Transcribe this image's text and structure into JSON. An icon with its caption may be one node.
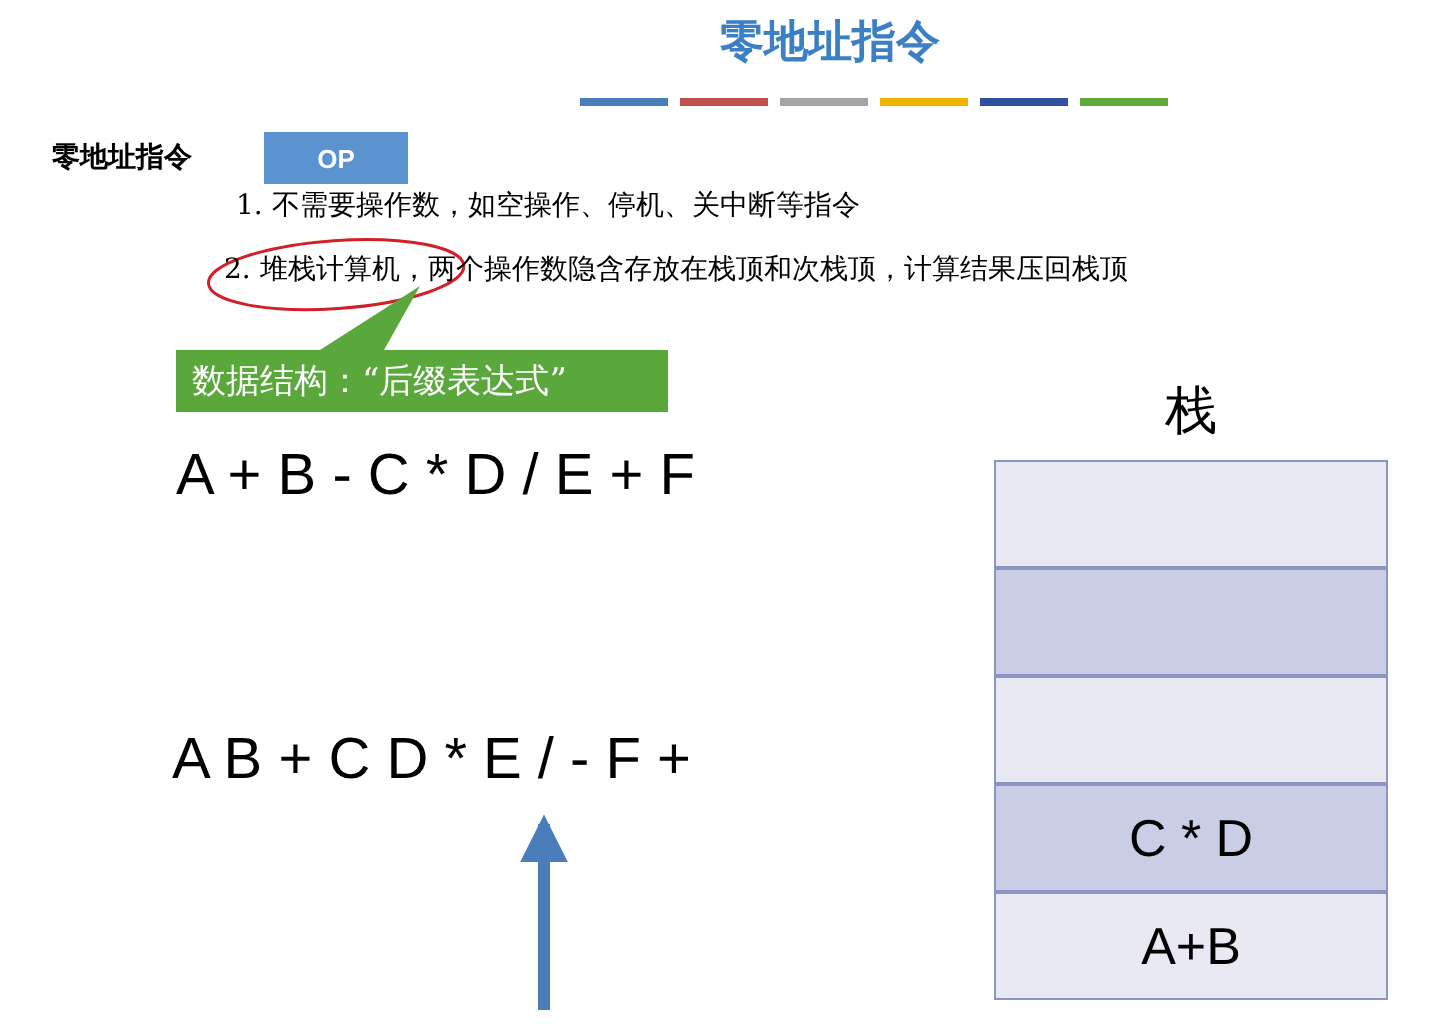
{
  "diagram": {
    "title": "零地址指令",
    "nodes": [
      {
        "text": [
          "OP"
        ],
        "beside": [
          "零地址指令"
        ]
      },
      {
        "text": [
          "数据结构：“后缀表达式”"
        ]
      },
      {
        "text": [
          "A B + C D * E / - F +"
        ]
      },
      {
        "text": [
          "栈"
        ]
      },
      {
        "text": [],
        "shape": "box",
        "in": 3
      },
      {
        "text": [],
        "shape": "box",
        "in": 3
      },
      {
        "text": [],
        "shape": "box",
        "in": 3
      },
      {
        "text": [
          "C * D"
        ],
        "in": 3
      },
      {
        "text": [
          "A+B"
        ],
        "in": 3
      }
    ],
    "edges": [
      {
        "from": null,
        "to": 2,
        "arrow": "to"
      }
    ],
    "labels": [
      "1. 不需要操作数，如空操作、停机、关中断等指令",
      "2. 堆栈计算机，两个操作数隐含存放在栈顶和次栈顶，计算结果压回栈顶",
      "A + B - C * D / E + F"
    ]
  }
}
